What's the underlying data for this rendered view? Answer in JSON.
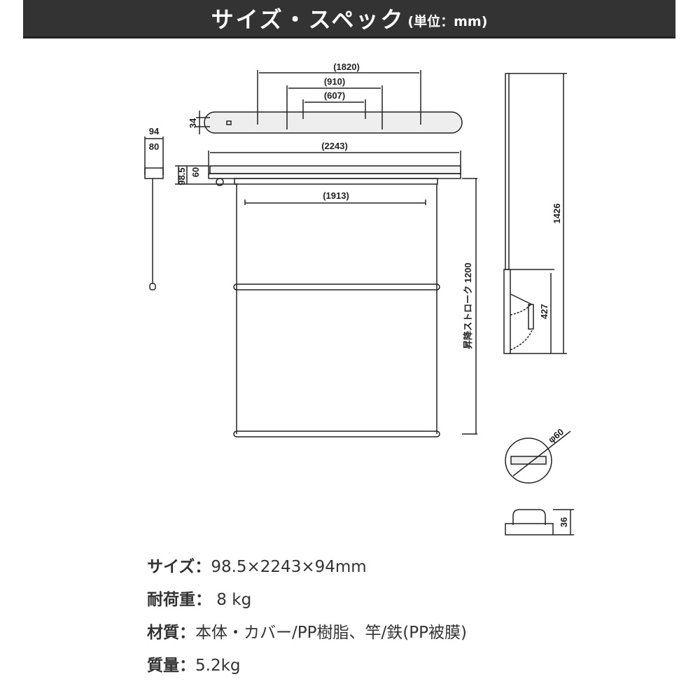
{
  "header": {
    "title": "サイズ・スペック",
    "unit": "(単位：mm)"
  },
  "diagram": {
    "dim_1820": "(1820)",
    "dim_910": "(910)",
    "dim_607": "(607)",
    "dim_34": "34",
    "dim_2243": "(2243)",
    "dim_60": "60",
    "dim_98_5": "98.5",
    "dim_1913": "(1913)",
    "dim_94": "94",
    "dim_80": "80",
    "stroke": "昇降ストローク 1200",
    "dim_1426": "1426",
    "dim_427": "427",
    "dim_phi60": "φ60",
    "dim_36": "36"
  },
  "specs": [
    {
      "label": "サイズ：",
      "value": "98.5×2243×94mm"
    },
    {
      "label": "耐荷重：",
      "value": " 8 kg"
    },
    {
      "label": "材質：",
      "value": "本体・カバー/PP樹脂、竿/鉄(PP被膜)"
    },
    {
      "label": "質量：",
      "value": "5.2kg"
    }
  ]
}
